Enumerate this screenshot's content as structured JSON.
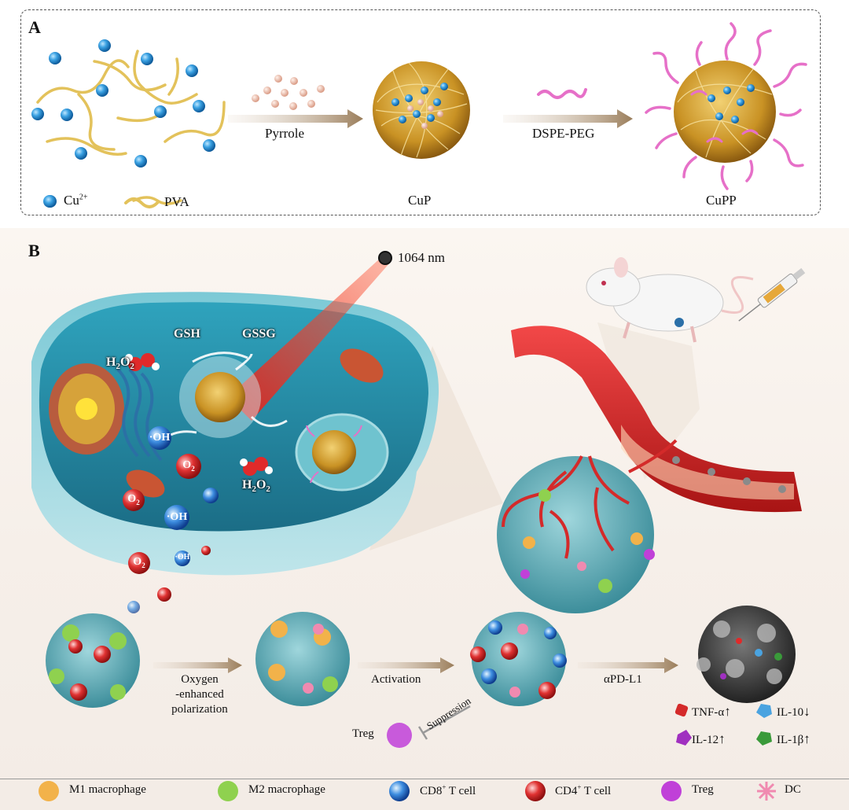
{
  "panel_a": {
    "letter": "A",
    "legend_cu": "Cu",
    "legend_cu_sup": "2+",
    "legend_pva": "PVA",
    "arrow1_label": "Pyrrole",
    "arrow2_label": "DSPE-PEG",
    "product1": "CuP",
    "product2": "CuPP"
  },
  "panel_b": {
    "letter": "B",
    "laser": "1064 nm",
    "gsh": "GSH",
    "gssg": "GSSG",
    "h2o2_top": "H",
    "h2o2_top_sub1": "2",
    "h2o2_top_mid": "O",
    "h2o2_top_sub2": "2",
    "h2o2_bottom": "H",
    "h2o2_bottom_sub1": "2",
    "h2o2_bottom_mid": "O",
    "h2o2_bottom_sub2": "2",
    "oh_1": "·OH",
    "oh_2": "·OH",
    "oh_3": "·OH",
    "o2_1": "O",
    "o2_1_sub": "2",
    "o2_2": "O",
    "o2_2_sub": "2",
    "o2_3": "O",
    "o2_3_sub": "2",
    "step1": "Oxygen",
    "step1_l2": "-enhanced",
    "step1_l3": "polarization",
    "step2": "Activation",
    "step3": "αPD-L1",
    "treg_label": "Treg",
    "suppression": "Suppression",
    "cytokines": [
      {
        "name": "TNF-α",
        "arrow": "↑",
        "color": "#d42a2a"
      },
      {
        "name": "IL-10",
        "arrow": "↓",
        "color": "#4aa3e0"
      },
      {
        "name": "IL-12",
        "arrow": "↑",
        "color": "#a030c0"
      },
      {
        "name": "IL-1β",
        "arrow": "↑",
        "color": "#3a9a3a"
      }
    ]
  },
  "legend": [
    {
      "label": "M1 macrophage",
      "color": "#f2b24a"
    },
    {
      "label": "M2 macrophage",
      "color": "#8fd14f"
    },
    {
      "label": "CD8",
      "sup": "+",
      "suffix": " T cell",
      "color": "#2f6fe0"
    },
    {
      "label": "CD4",
      "sup": "+",
      "suffix": " T cell",
      "color": "#e02a2a"
    },
    {
      "label": "Treg",
      "color": "#c040d8"
    },
    {
      "label": "DC",
      "color": "#f08ab0"
    }
  ]
}
